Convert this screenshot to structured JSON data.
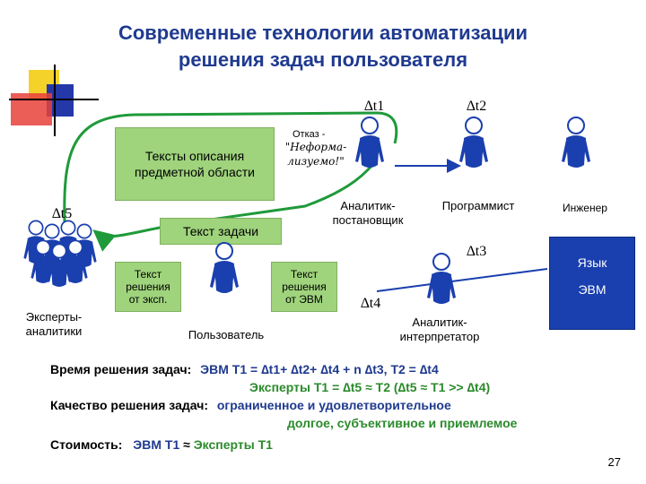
{
  "slide": {
    "title_line1": "Современные технологии автоматизации",
    "title_line2": "решения задач пользователя",
    "page_number": "27"
  },
  "diagram": {
    "dt1": "∆t1",
    "dt2": "∆t2",
    "dt3": "∆t3",
    "dt4": "∆t4",
    "dt5": "∆t5",
    "box_domain_texts": "Тексты описания предметной области",
    "refusal_label": "Отказ  -",
    "refusal_quote": "\"Неформа-лизуемо!\"",
    "box_task_text": "Текст задачи",
    "box_expert_solution": "Текст решения от эксп.",
    "box_computer_solution": "Текст решения от ЭВМ",
    "role_analyst_setter": "Аналитик-постановщик",
    "role_programmer": "Программист",
    "role_engineer": "Инженер",
    "role_experts": "Эксперты-аналитики",
    "role_user": "Пользователь",
    "role_analyst_interpreter": "Аналитик-интерпретатор",
    "blue_box_lang": "Язык",
    "blue_box_computer": "ЭВМ"
  },
  "summary": {
    "time_label": "Время решения задач:",
    "time_value_1": "ЭВМ Т1 = ∆t1+ ∆t2+ ∆t4 + n ∆t3,   Т2 = ∆t4",
    "time_value_2": "Эксперты Т1 = ∆t5 ≈ Т2   (∆t5 ≈ Т1 >> ∆t4)",
    "quality_label": "Качество решения задач:",
    "quality_value_1": "ограниченное и удовлетворительное",
    "quality_value_2": "долгое, субъективное и приемлемое",
    "cost_label": "Стоимость:",
    "cost_value_a": "ЭВМ Т1",
    "cost_approx": "≈",
    "cost_value_b": "Эксперты Т1"
  },
  "colors": {
    "title": "#1f3a8f",
    "figure_blue": "#1a3fae",
    "box_green": "#9fd37c",
    "line_green": "#1f9a3a",
    "logo_yellow": "#f4d22a",
    "logo_red": "#e8413a",
    "logo_blue": "#2438a8"
  }
}
